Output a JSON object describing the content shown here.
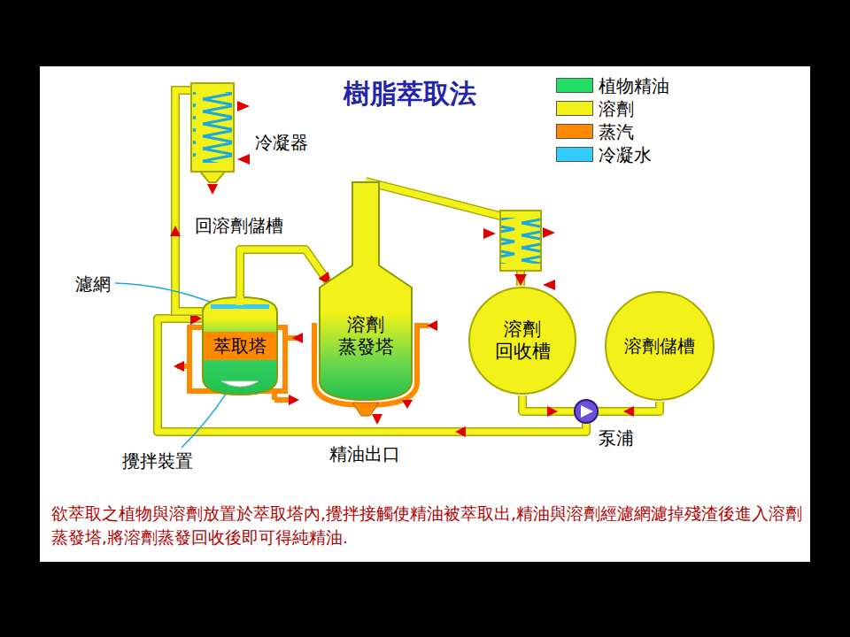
{
  "diagram": {
    "title": "樹脂萃取法",
    "caption": "欲萃取之植物與溶劑放置於萃取塔內,攪拌接觸使精油被萃取出,精油與溶劑經濾網濾掉殘渣後進入溶劑蒸發塔,將溶劑蒸發回收後即可得純精油.",
    "nodes": [
      {
        "text": [
          "萃取塔"
        ]
      },
      {
        "text": [
          "溶劑 蒸發塔"
        ]
      },
      {
        "text": [
          "溶劑 回收槽"
        ]
      },
      {
        "text": [
          "溶劑儲槽"
        ]
      }
    ],
    "edges": [
      {
        "from": 0,
        "to": 1,
        "arrow": "to"
      },
      {
        "from": 1,
        "to": 2,
        "arrow": "to"
      },
      {
        "from": 2,
        "to": 0,
        "arrow": "to"
      },
      {
        "from": 3,
        "to": 0,
        "arrow": "to"
      }
    ],
    "labels": [
      "冷凝器",
      "回溶劑儲槽",
      "濾網",
      "攪拌裝置",
      "精油出口",
      "泵浦"
    ],
    "legend": [
      {
        "text": "植物精油",
        "color": "#22dd66"
      },
      {
        "text": "溶劑",
        "color": "#f2f21a"
      },
      {
        "text": "蒸汽",
        "color": "#ff8a00"
      },
      {
        "text": "冷凝水",
        "color": "#33ccff"
      }
    ]
  }
}
